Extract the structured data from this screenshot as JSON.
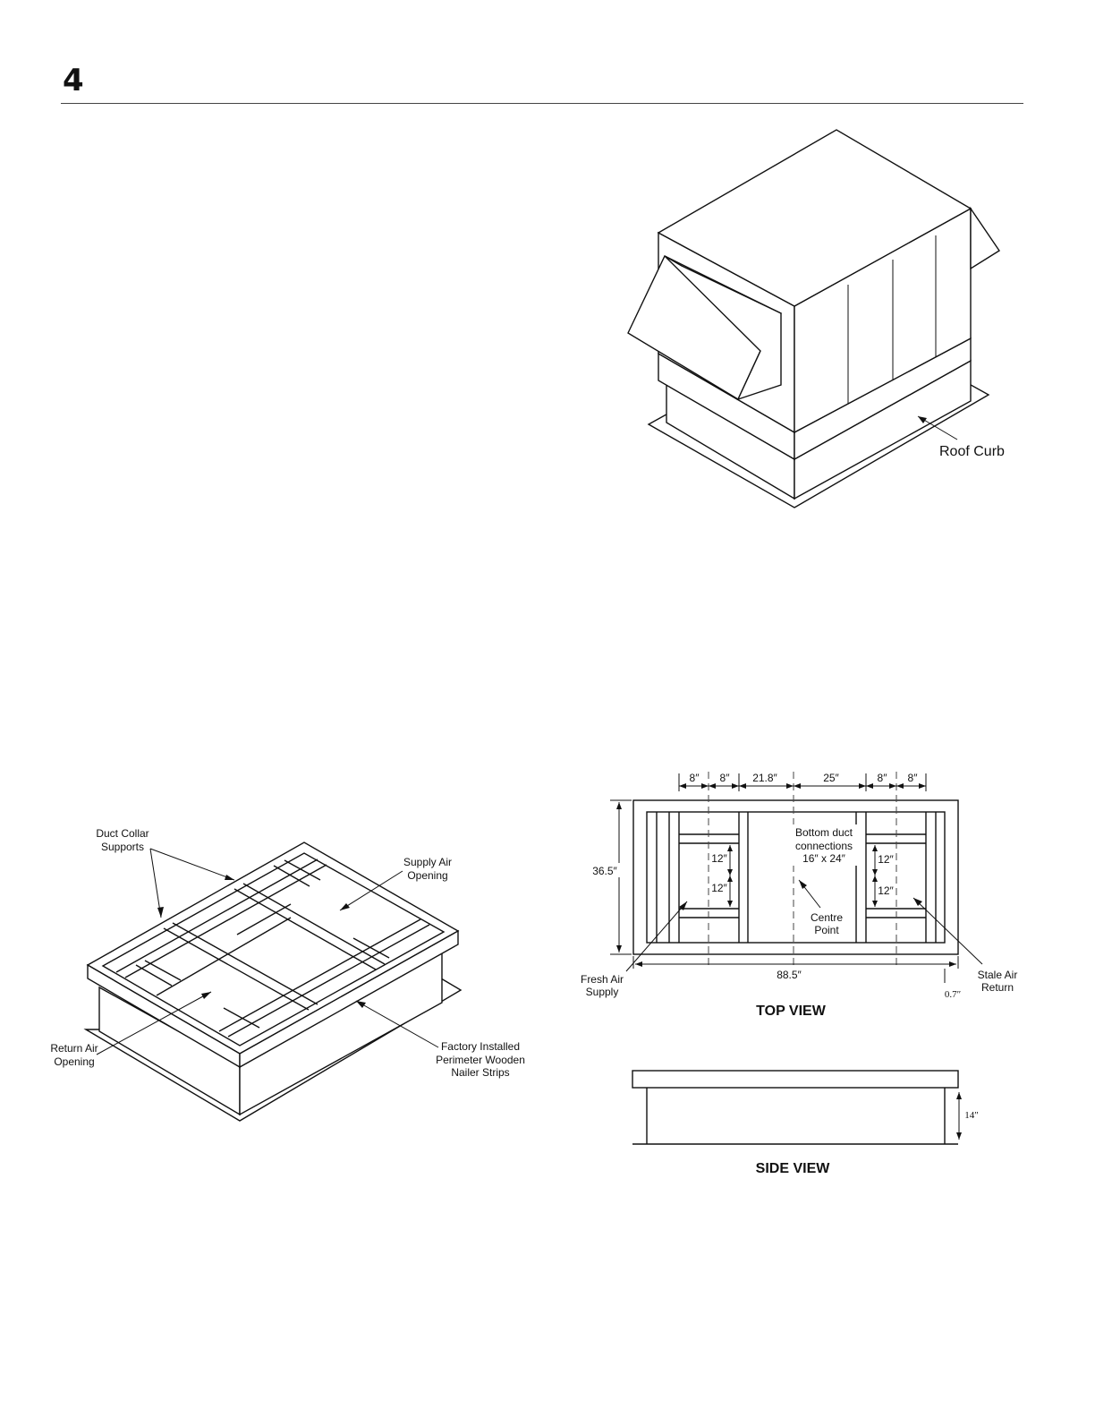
{
  "page": {
    "number": "4"
  },
  "unit_figure": {
    "labels": {
      "roof_curb": "Roof Curb"
    }
  },
  "curb_iso_figure": {
    "labels": {
      "duct_collar_supports_1": "Duct Collar",
      "duct_collar_supports_2": "Supports",
      "supply_air_opening_1": "Supply Air",
      "supply_air_opening_2": "Opening",
      "return_air_opening_1": "Return Air",
      "return_air_opening_2": "Opening",
      "nailer_strips_1": "Factory Installed",
      "nailer_strips_2": "Perimeter Wooden",
      "nailer_strips_3": "Nailer Strips"
    }
  },
  "top_view": {
    "title": "TOP VIEW",
    "top_dimensions": [
      "8″",
      "8″",
      "21.8″",
      "25″",
      "8″",
      "8″"
    ],
    "height_dimension": "36.5″",
    "width_dimension": "88.5″",
    "offset_dimension": "0.7″",
    "left_inner_dimensions": [
      "12″",
      "12″"
    ],
    "right_inner_dimensions": [
      "12″",
      "12″"
    ],
    "bottom_duct_1": "Bottom duct",
    "bottom_duct_2": "connections",
    "bottom_duct_3": "16″ x 24″",
    "centre_point_1": "Centre",
    "centre_point_2": "Point",
    "fresh_air_1": "Fresh Air",
    "fresh_air_2": "Supply",
    "stale_air_1": "Stale Air",
    "stale_air_2": "Return"
  },
  "side_view": {
    "title": "SIDE VIEW",
    "height_dimension": "14″"
  }
}
